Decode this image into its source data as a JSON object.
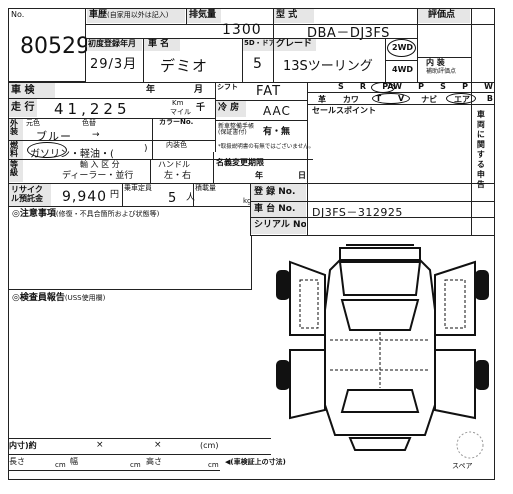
{
  "lot": {
    "label": "No.",
    "number": "80529"
  },
  "header": {
    "history_label": "車歴",
    "history_note": "(自家用以外は記入)",
    "displacement_label": "排気量",
    "displacement": "1300",
    "model_label": "型 式",
    "model_code": "DBA－DJ3FS",
    "grade_points_label": "評価点"
  },
  "row2": {
    "reg_label": "初度登録年月",
    "reg_value": "29/3月",
    "name_label": "車 名",
    "car_name": "デミオ",
    "doors_label": "5D・ドア数",
    "doors": "5",
    "grade_label": "グレード",
    "grade": "13Sツーリング",
    "drive_2wd": "2WD",
    "drive_4wd": "4WD",
    "interior_label": "内 装",
    "interior_sub": "補助評価点"
  },
  "inspection": {
    "label": "車 検",
    "year": "年",
    "month": "月"
  },
  "mileage": {
    "label": "走 行",
    "value": "41,225",
    "unit_km": "Km",
    "unit_mile": "マイル",
    "thousand": "千"
  },
  "shift": {
    "label": "シフト",
    "value": "FAT"
  },
  "cooling": {
    "label": "冷 房",
    "value": "AAC"
  },
  "equipment": {
    "row1": [
      "S",
      "R",
      "PAW",
      "P",
      "S",
      "P",
      "W"
    ],
    "row2": [
      "革",
      "カワ",
      "T",
      "V",
      "ナビ",
      "エア",
      "B"
    ]
  },
  "color": {
    "label": "外 装",
    "original_label": "元色",
    "color_label": "色替",
    "value": "ブルー",
    "code_label": "カラーNo.",
    "arrow": "→"
  },
  "recycle_doc": {
    "label": "新車整備手帳(保証書付)",
    "value": "有・無",
    "note": "*取扱説明書の有無ではございません。"
  },
  "fuel": {
    "label": "燃 料",
    "options": "ガソリン・軽油・(",
    "close": ")",
    "interior_color": "内装色"
  },
  "category": {
    "label": "等 級",
    "import_label": "輸 入 区 分",
    "import_value": "ディーラー・並行",
    "handle_label": "ハンドル",
    "handle_value": "左・右",
    "change_label": "名義変更期限",
    "year": "年",
    "month": "日"
  },
  "recycle": {
    "label": "リサイクル預託金",
    "value": "9,940",
    "unit": "円",
    "seats_label": "乗車定員",
    "seats": "5",
    "seats_unit": "人",
    "capacity_label": "積載量",
    "capacity_unit": "kg"
  },
  "registration": {
    "label": "登 録 No.",
    "chassis_label": "車 台 No.",
    "chassis_value": "DJ3FS－312925",
    "serial_label": "シリアル No."
  },
  "sales_point": {
    "label": "セールスポイント"
  },
  "notes": {
    "label": "◎注意事項",
    "sub": "(修復・不具合箇所および状態等)"
  },
  "inspector": {
    "label": "◎検査員報告",
    "sub": "(USS使用欄)"
  },
  "dims": {
    "inner_label": "内寸)約",
    "x1": "×",
    "x2": "×",
    "cm": "(cm)",
    "length_label": "長さ",
    "width_label": "幅",
    "height_label": "高さ",
    "unit": "cm",
    "note": "◀(車検証上の寸法)"
  },
  "side_text": "車両に関する申告",
  "spare": "スペア"
}
